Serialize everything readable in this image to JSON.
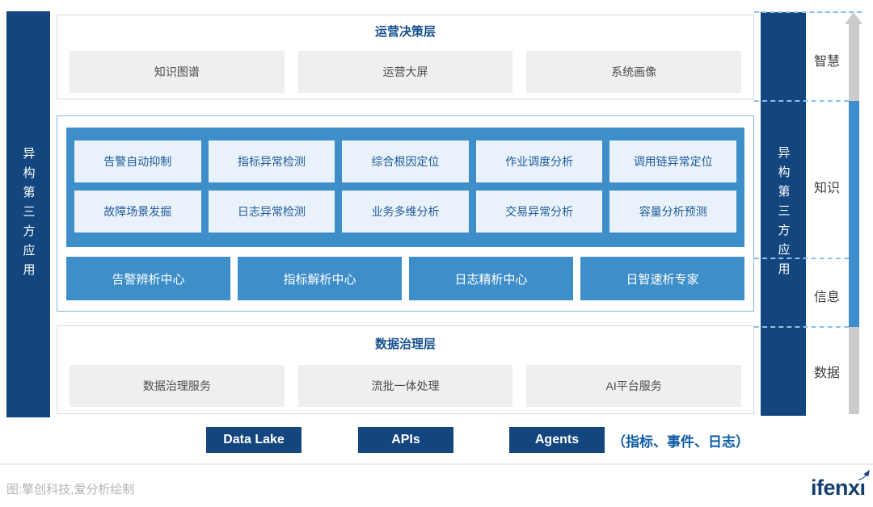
{
  "left_bar": {
    "label": "异构第三方应用"
  },
  "right_bar": {
    "label": "异构第三方应用"
  },
  "decision_layer": {
    "title": "运营决策层",
    "items": [
      "知识图谱",
      "运营大屏",
      "系统画像"
    ]
  },
  "aiops": {
    "capabilities": [
      [
        "告警自动抑制",
        "指标异常检测",
        "综合根因定位",
        "作业调度分析",
        "调用链异常定位"
      ],
      [
        "故障场景发掘",
        "日志异常检测",
        "业务多维分析",
        "交易异常分析",
        "容量分析预测"
      ]
    ],
    "centers": [
      "告警辨析中心",
      "指标解析中心",
      "日志精析中心",
      "日智速析专家"
    ]
  },
  "governance_layer": {
    "title": "数据治理层",
    "items": [
      "数据治理服务",
      "流批一体处理",
      "AI平台服务"
    ]
  },
  "foundation": {
    "buttons": [
      "Data Lake",
      "APIs",
      "Agents"
    ],
    "note": "（指标、事件、日志）"
  },
  "dikw_axis": {
    "labels": [
      "智慧",
      "知识",
      "信息",
      "数据"
    ]
  },
  "footer": {
    "caption": "图:擎创科技,爱分析绘制",
    "brand": "ifenxi",
    "logo_part_1": "ifenx",
    "logo_part_2": "ı"
  },
  "colors": {
    "navy_bar": "#13467F",
    "medium_blue": "#3E8EC9",
    "light_blue_box": "#E9F2FB",
    "box_text_blue": "#1D5A9B",
    "section_title_blue": "#17518F",
    "note_blue": "#0F5CA8",
    "gray_box": "#EFEFEF",
    "border_gray": "#D9D9D9",
    "border_light_blue": "#85B7E2",
    "dash_blue": "#8FC0EA",
    "arrow_gray": "#CBCBCB",
    "arrow_blue": "#3E8ECB",
    "logo_navy": "#16406F"
  }
}
